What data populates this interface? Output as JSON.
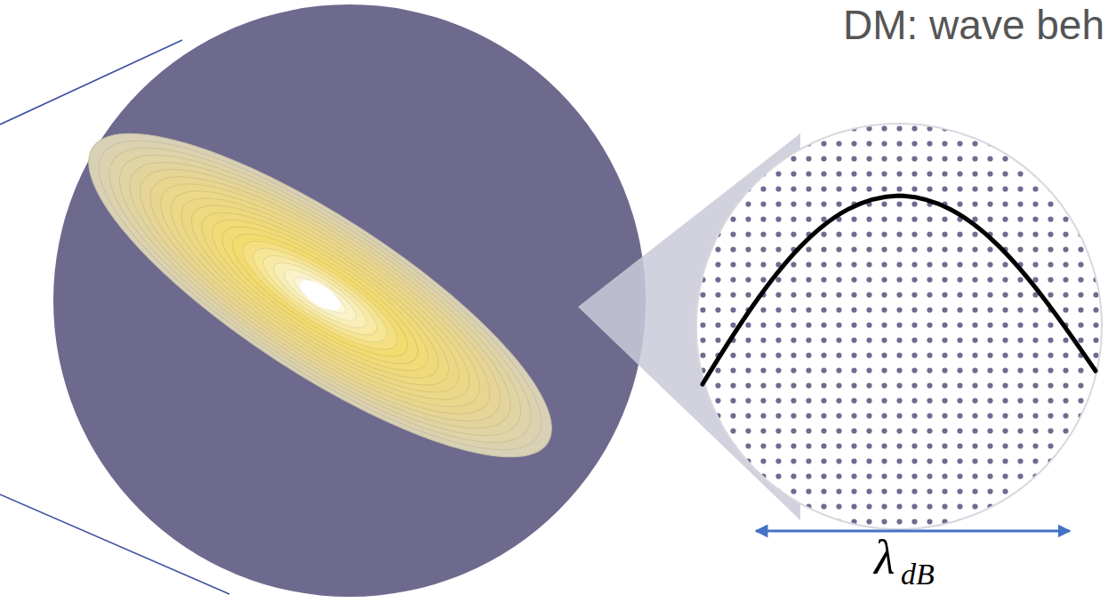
{
  "diagram": {
    "labels": [
      "DM: wave beh",
      "λ",
      "dB"
    ]
  }
}
